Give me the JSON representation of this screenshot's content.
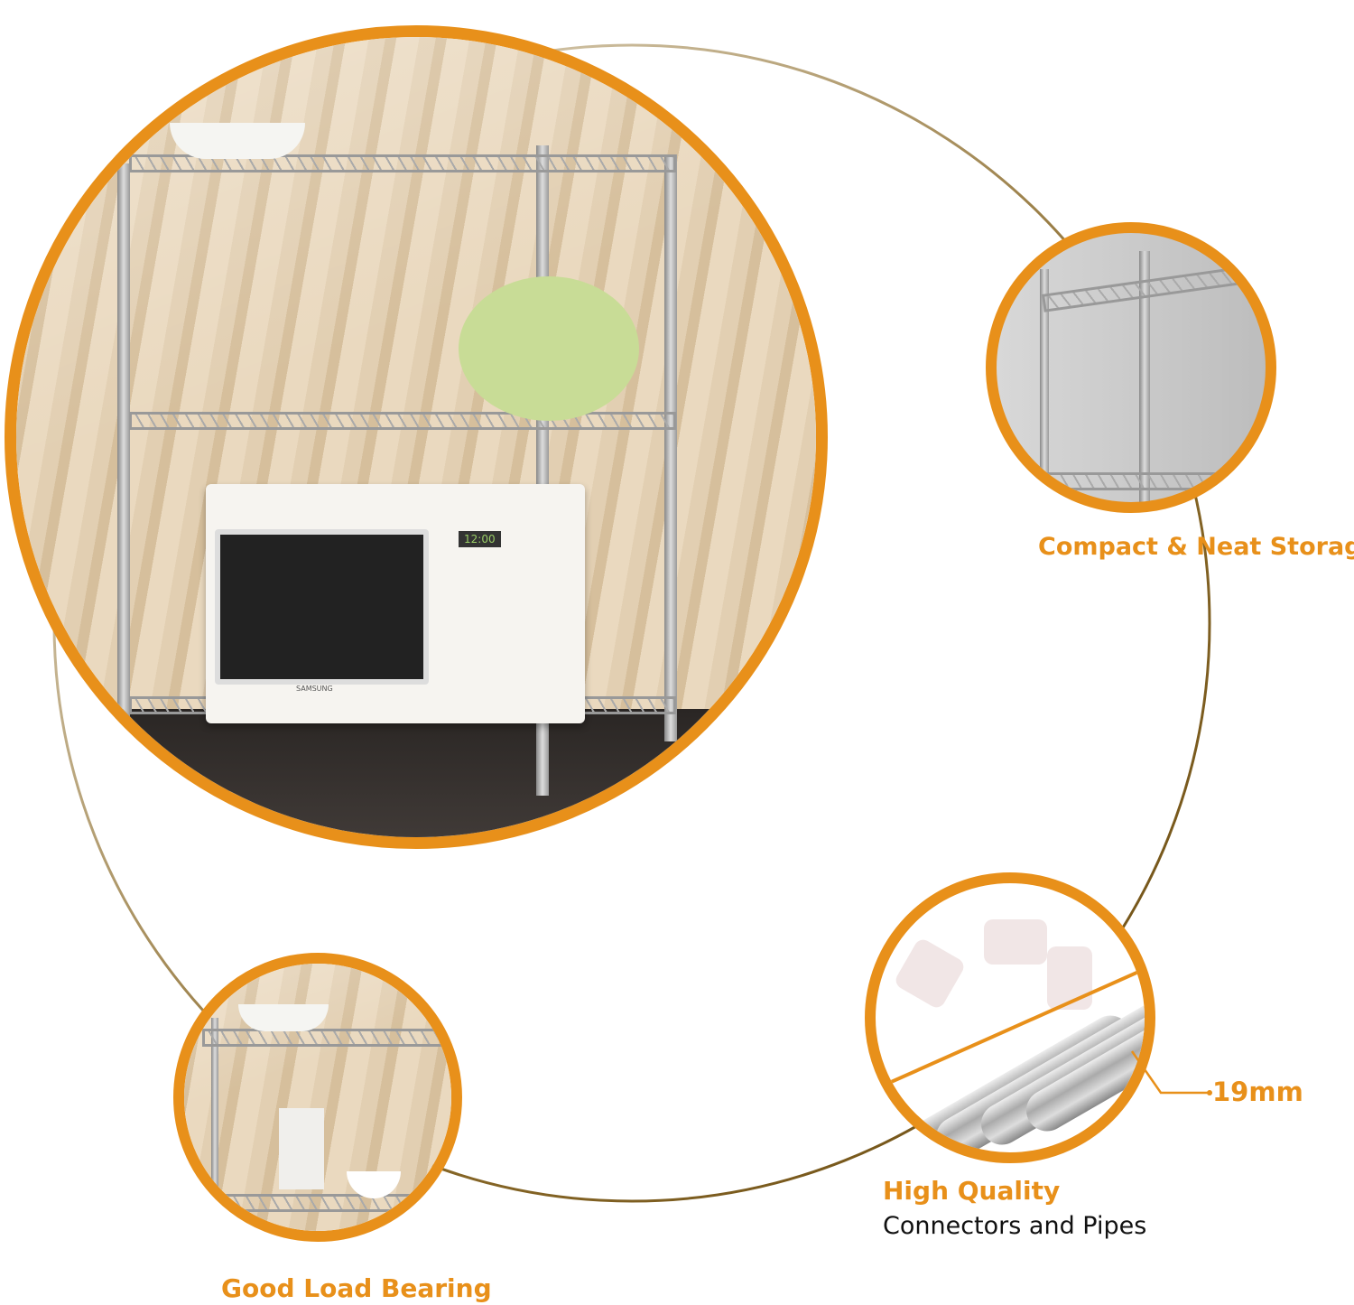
{
  "colors": {
    "accent": "#e8901a",
    "arc": "#8a6a2a"
  },
  "features": {
    "compact": {
      "title": "Compact & Neat Storage"
    },
    "quality": {
      "title": "High Quality",
      "subtitle": "Connectors and Pipes",
      "dimension": "19mm"
    },
    "load": {
      "title": "Good Load Bearing"
    }
  },
  "images": {
    "microwave_brand": "SAMSUNG",
    "microwave_display": "12:00"
  }
}
